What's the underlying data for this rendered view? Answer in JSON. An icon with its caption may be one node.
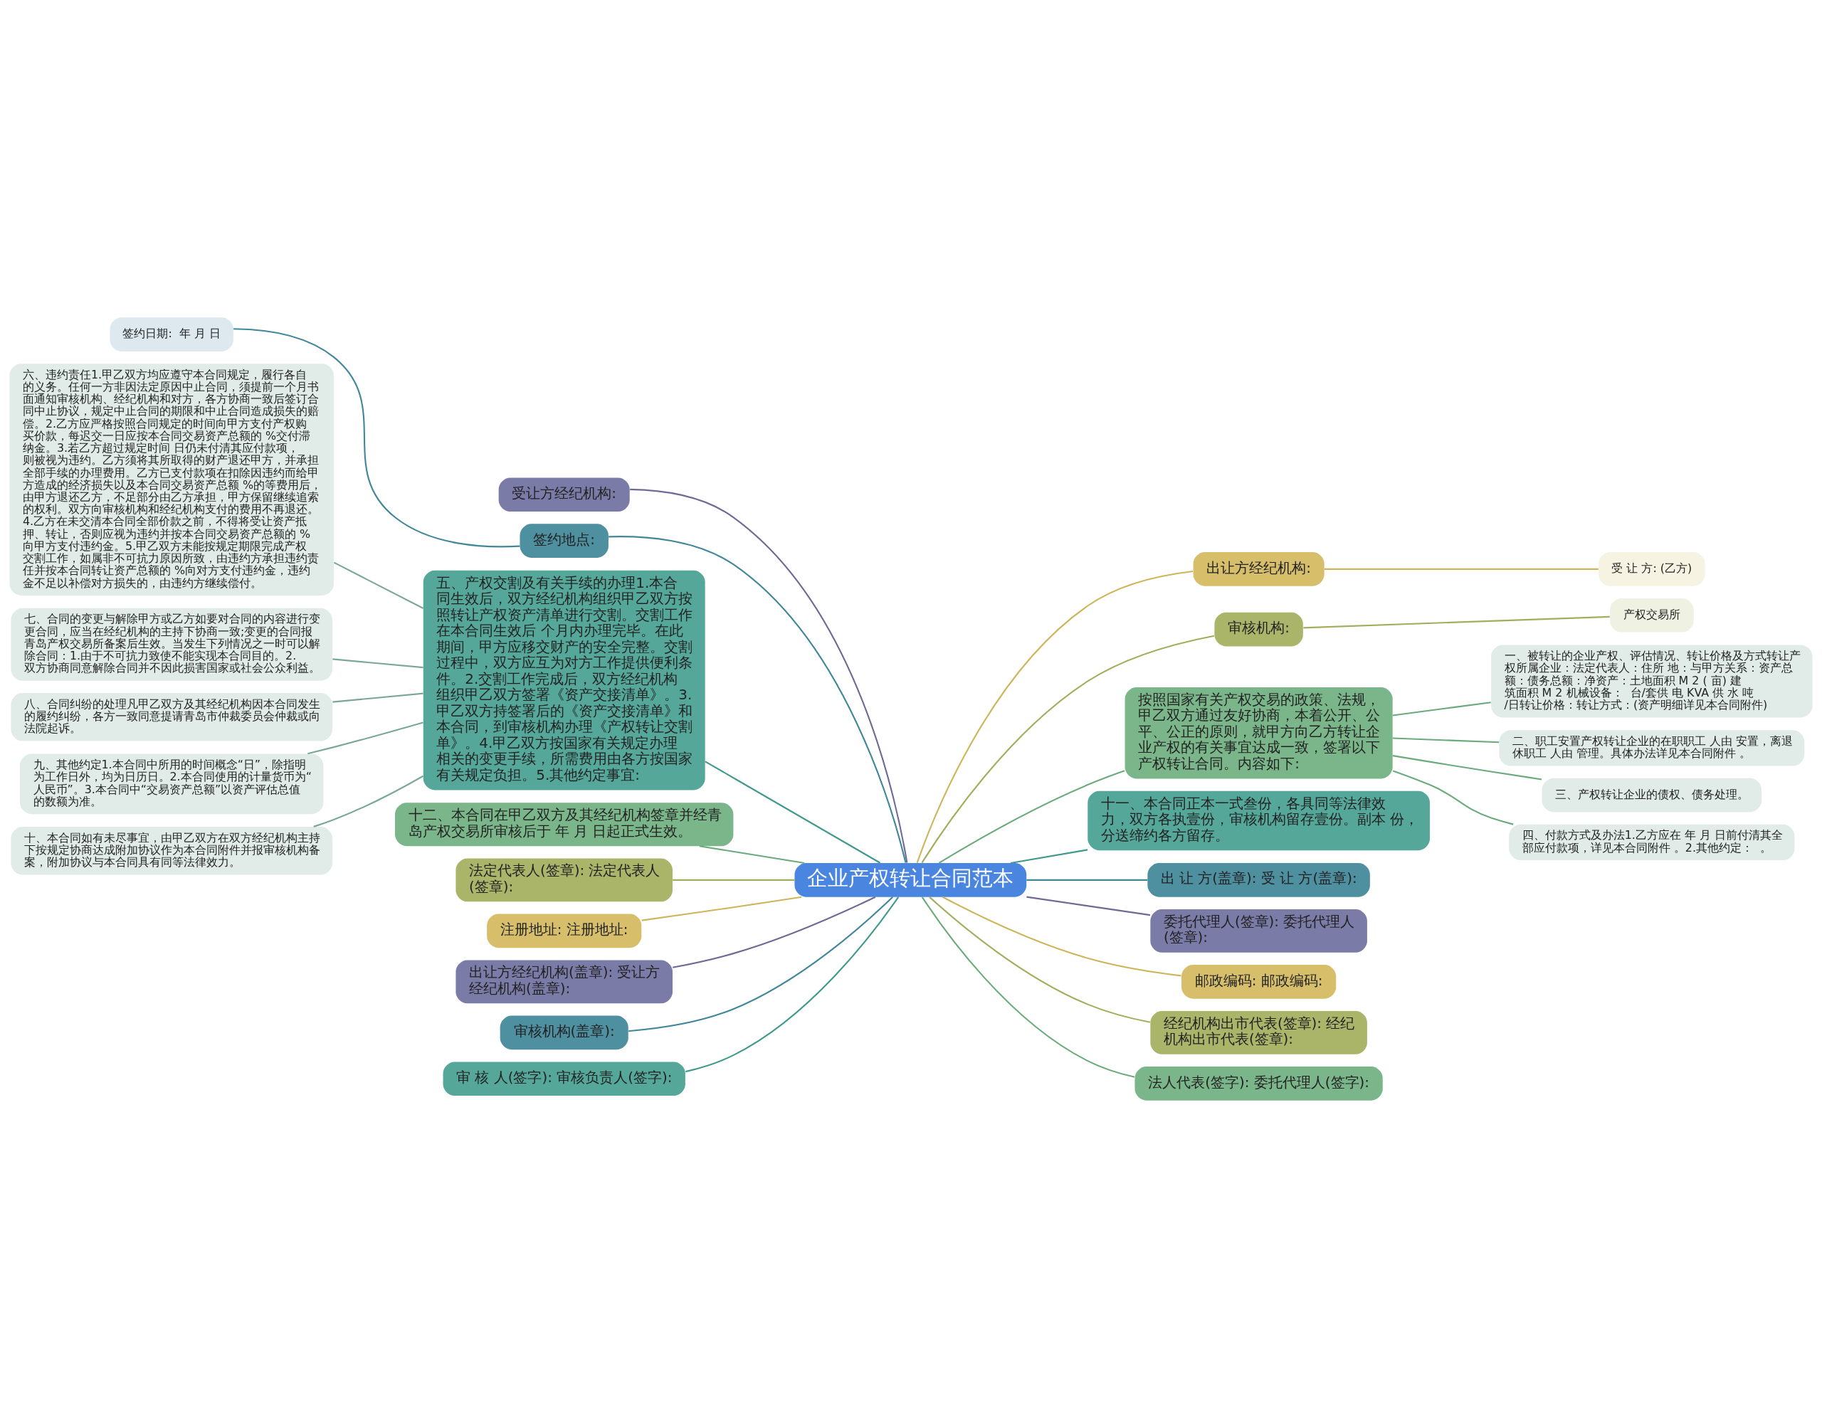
{
  "diagram": {
    "nodes": [
      {
        "text": [
          "企业产权转让合同范本"
        ]
      },
      {
        "text": [
          "受让方经纪机构:"
        ]
      },
      {
        "text": [
          "签约地点:"
        ]
      },
      {
        "text": [
          "签约日期:  年 月 日"
        ]
      },
      {
        "text": [
          "五、产权交割及有关手续的办理1.本合同生效后，双方经纪机构组织甲乙双方按照转让产权资产清单进行交割。交割工作在本合同生效后 个月内办理完毕。在此期间，甲方应移交财产的安全完整。交割过程中，双方应互为对方工作提供便利条件。2.交割工作完成后，双方经纪机构组织甲乙双方签署《资产交接清单》。3.甲乙双方持签署后的《资产交接清单》和本合同，到审核机构办理《产权转让交割单》。4.甲乙双方按国家有关规定办理相关的变更手续，所需费用由各方按国家有关规定负担。5.其他约定事宜:"
        ]
      },
      {
        "text": [
          "六、违约责任1.甲乙双方均应遵守本合同规定，履行各自的义务。任何一方非因法定原因中止合同，须提前一个月书面通知审核机构、经纪机构和对方，各方协商一致后签订合同中止协议，规定中止合同的期限和中止合同造成损失的赔偿。2.乙方应严格按照合同规定的时间向甲方支付产权购买价款，每迟交一日应按本合同交易资产总额的 %交付滞纳金。3.若乙方超过规定时间 日仍未付清其应付款项，则被视为违约。乙方须将其所取得的财产退还甲方，并承担全部手续的办理费用。乙方已支付款项在扣除因违约而给甲方造成的经济损失以及本合同交易资产总额 %的等费用后，由甲方退还乙方，不足部分由乙方承担，甲方保留继续追索的权利。双方向审核机构和经纪机构支付的费用不再退还。4.乙方在未交清本合同全部价款之前，不得将受让资产抵押、转让，否则应视为违约并按本合同交易资产总额的 %向甲方支付违约金。5.甲乙双方未能按规定期限完成产权交割工作，如属非不可抗力原因所致，由违约方承担违约责任并按本合同转让资产总额的 %向对方支付违约金，违约金不足以补偿对方损失的，由违约方继续偿付。"
        ]
      },
      {
        "text": [
          "七、合同的变更与解除甲方或乙方如要对合同的内容进行变更合同，应当在经纪机构的主持下协商一致;变更的合同报青岛产权交易所备案后生效。当发生下列情况之一时可以解除合同：1.由于不可抗力致使不能实现本合同目的。2.双方协商同意解除合同并不因此损害国家或社会公众利益。"
        ]
      },
      {
        "text": [
          "八、合同纠纷的处理凡甲乙双方及其经纪机构因本合同发生的履约纠纷，各方一致同意提请青岛市仲裁委员会仲裁或向法院起诉。"
        ]
      },
      {
        "text": [
          "九、其他约定1.本合同中所用的时间概念“日”，除指明为工作日外，均为日历日。2.本合同使用的计量货币为“人民币”。3.本合同中“交易资产总额”以资产评估总值的数额为准。"
        ]
      },
      {
        "text": [
          "十、本合同如有未尽事宜，由甲乙双方在双方经纪机构主持下按规定协商达成附加协议作为本合同附件并报审核机构备案，附加协议与本合同具有同等法律效力。"
        ]
      },
      {
        "text": [
          "十二、本合同在甲乙双方及其经纪机构签章并经青岛产权交易所审核后于 年 月 日起正式生效。"
        ]
      },
      {
        "text": [
          "法定代表人(签章): 法定代表人(签章):"
        ]
      },
      {
        "text": [
          "注册地址: 注册地址:"
        ]
      },
      {
        "text": [
          "出让方经纪机构(盖章): 受让方经纪机构(盖章):"
        ]
      },
      {
        "text": [
          "审核机构(盖章):"
        ]
      },
      {
        "text": [
          "审 核 人(签字): 审核负责人(签字):"
        ]
      },
      {
        "text": [
          "出让方经纪机构:"
        ]
      },
      {
        "text": [
          "受 让 方: (乙方)"
        ]
      },
      {
        "text": [
          "审核机构:"
        ]
      },
      {
        "text": [
          "产权交易所"
        ]
      },
      {
        "text": [
          "按照国家有关产权交易的政策、法规，甲乙双方通过友好协商，本着公开、公平、公正的原则，就甲方向乙方转让企业产权的有关事宜达成一致，签署以下产权转让合同。内容如下:"
        ]
      },
      {
        "text": [
          "一、被转让的企业产权、评估情况、转让价格及方式转让产权所属企业：法定代表人：住所 地：与甲方关系：资产总额：债务总额：净资产：土地面积 M 2 ( 亩) 建筑面积 M 2 机械设备：  台/套供 电 KVA 供 水 吨/日转让价格：转让方式：(资产明细详见本合同附件)"
        ]
      },
      {
        "text": [
          "二、职工安置产权转让企业的在职职工 人由 安置，离退休职工 人由 管理。具体办法详见本合同附件 。"
        ]
      },
      {
        "text": [
          "三、产权转让企业的债权、债务处理。"
        ]
      },
      {
        "text": [
          "四、付款方式及办法1.乙方应在 年 月 日前付清其全部应付款项，详见本合同附件 。2.其他约定：  。"
        ]
      },
      {
        "text": [
          "十一、本合同正本一式叁份，各具同等法律效力，双方各执壹份，审核机构留存壹份。副本 份，分送缔约各方留存。"
        ]
      },
      {
        "text": [
          "出 让 方(盖章): 受 让 方(盖章):"
        ]
      },
      {
        "text": [
          "委托代理人(签章): 委托代理人(签章):"
        ]
      },
      {
        "text": [
          "邮政编码: 邮政编码:"
        ]
      },
      {
        "text": [
          "经纪机构出市代表(签章): 经纪机构出市代表(签章):"
        ]
      },
      {
        "text": [
          "法人代表(签字): 委托代理人(签字):"
        ]
      }
    ],
    "edges": [
      {
        "from": 0,
        "to": 1,
        "arrow": "none",
        "color": "#6e6a96"
      },
      {
        "from": 0,
        "to": 2,
        "arrow": "none",
        "color": "#3f8799"
      },
      {
        "from": 2,
        "to": 3,
        "arrow": "none",
        "color": "#3f8799"
      },
      {
        "from": 0,
        "to": 4,
        "arrow": "none",
        "color": "#3f9a8c"
      },
      {
        "from": 4,
        "to": 5,
        "arrow": "none",
        "color": "#7aa898"
      },
      {
        "from": 4,
        "to": 6,
        "arrow": "none",
        "color": "#7aa898"
      },
      {
        "from": 4,
        "to": 7,
        "arrow": "none",
        "color": "#7aa898"
      },
      {
        "from": 4,
        "to": 8,
        "arrow": "none",
        "color": "#7aa898"
      },
      {
        "from": 4,
        "to": 9,
        "arrow": "none",
        "color": "#7aa898"
      },
      {
        "from": 0,
        "to": 10,
        "arrow": "none",
        "color": "#6aab7c"
      },
      {
        "from": 0,
        "to": 11,
        "arrow": "none",
        "color": "#a3ad5c"
      },
      {
        "from": 0,
        "to": 12,
        "arrow": "none",
        "color": "#cdb55a"
      },
      {
        "from": 0,
        "to": 13,
        "arrow": "none",
        "color": "#6e6a96"
      },
      {
        "from": 0,
        "to": 14,
        "arrow": "none",
        "color": "#3f8799"
      },
      {
        "from": 0,
        "to": 15,
        "arrow": "none",
        "color": "#3f9a8c"
      },
      {
        "from": 0,
        "to": 16,
        "arrow": "none",
        "color": "#cdb55a"
      },
      {
        "from": 16,
        "to": 17,
        "arrow": "none",
        "color": "#cdb55a"
      },
      {
        "from": 0,
        "to": 18,
        "arrow": "none",
        "color": "#a3ad5c"
      },
      {
        "from": 18,
        "to": 19,
        "arrow": "none",
        "color": "#a3ad5c"
      },
      {
        "from": 0,
        "to": 20,
        "arrow": "none",
        "color": "#6aab7c"
      },
      {
        "from": 20,
        "to": 21,
        "arrow": "none",
        "color": "#6aab7c"
      },
      {
        "from": 20,
        "to": 22,
        "arrow": "none",
        "color": "#6aab7c"
      },
      {
        "from": 20,
        "to": 23,
        "arrow": "none",
        "color": "#6aab7c"
      },
      {
        "from": 20,
        "to": 24,
        "arrow": "none",
        "color": "#6aab7c"
      },
      {
        "from": 0,
        "to": 25,
        "arrow": "none",
        "color": "#3f9a8c"
      },
      {
        "from": 0,
        "to": 26,
        "arrow": "none",
        "color": "#3f8799"
      },
      {
        "from": 0,
        "to": 27,
        "arrow": "none",
        "color": "#6e6a96"
      },
      {
        "from": 0,
        "to": 28,
        "arrow": "none",
        "color": "#cdb55a"
      },
      {
        "from": 0,
        "to": 29,
        "arrow": "none",
        "color": "#a3ad5c"
      },
      {
        "from": 0,
        "to": 30,
        "arrow": "none",
        "color": "#6aab7c"
      }
    ]
  }
}
